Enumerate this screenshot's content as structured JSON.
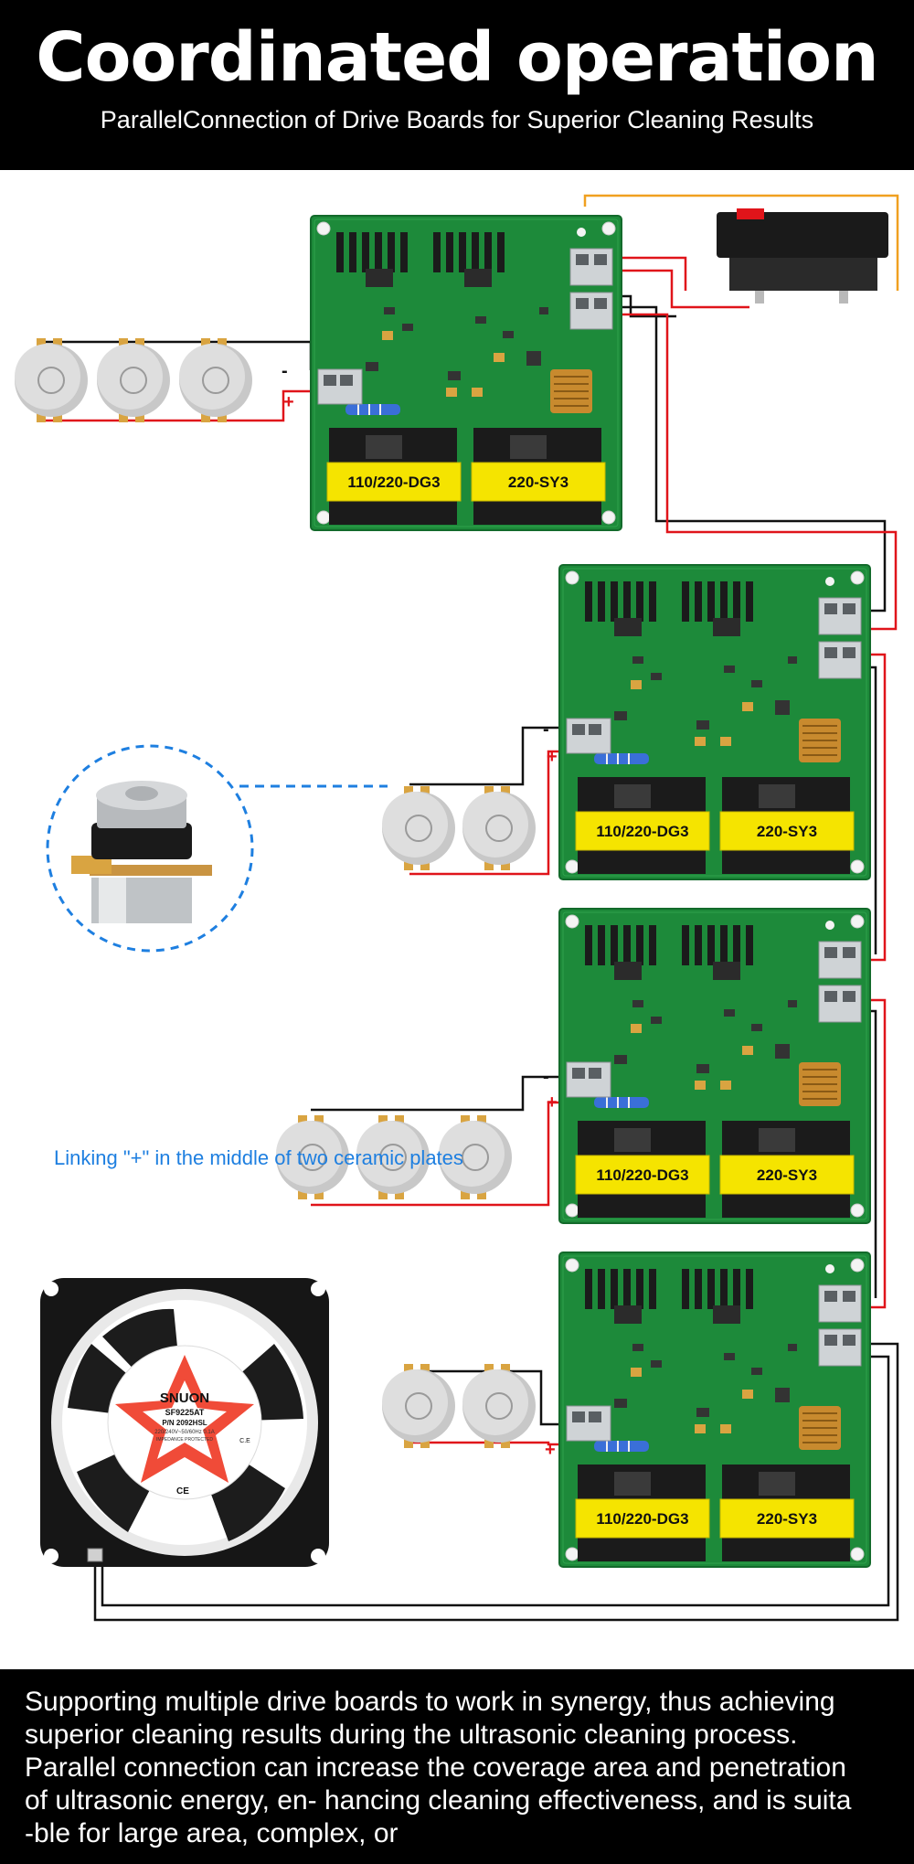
{
  "header": {
    "title": "Coordinated operation",
    "subtitle": "ParallelConnection of Drive Boards for Superior Cleaning Results"
  },
  "boards": [
    {
      "label_left": "110/220-DG3",
      "label_right": "220-SY3"
    },
    {
      "label_left": "110/220-DG3",
      "label_right": "220-SY3"
    },
    {
      "label_left": "110/220-DG3",
      "label_right": "220-SY3"
    },
    {
      "label_left": "110/220-DG3",
      "label_right": "220-SY3"
    }
  ],
  "transducer_callout": {
    "caption": "Linking \"+\" in the middle of two ceramic plates"
  },
  "fan": {
    "brand": "SNUON",
    "model": "SF9225AT",
    "part": "P/N 2092HSL",
    "rating": "220/240V~50/60Hz 0.1A",
    "protect": "IMPEDANCE PROTECTED",
    "mark_ce": "CE",
    "mark_ce_small": "C.E"
  },
  "terminal_signs": {
    "minus": "-",
    "plus": "+"
  },
  "footer": {
    "lines": [
      "Supporting multiple drive boards to work in synergy, thus achieving",
      "superior cleaning results during the ultrasonic cleaning process.",
      "Parallel connection can increase the coverage area and penetration",
      "of ultrasonic energy, en- hancing cleaning effectiveness, and is suita",
      "-ble for large area, complex, or"
    ]
  },
  "colors": {
    "header_bg": "#000000",
    "board_green": "#1d8a3a",
    "transformer_yellow": "#f5e400",
    "wire_red": "#e0141a",
    "wire_black": "#111111",
    "wire_orange": "#f0a020",
    "caption_blue": "#1e7fe0",
    "fan_red": "#f04b38"
  }
}
